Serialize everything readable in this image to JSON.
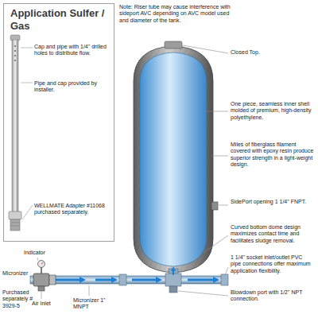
{
  "diagram": {
    "nodes": [
      {
        "text": [
          "Application Sulfer / Gas",
          "Cap and pipe with 1/4\" drilled holes to distribute flow.",
          "Pipe and cap provided by installer.",
          "WELLMATE Adapter #11068 purchased separately."
        ]
      }
    ],
    "labels": [
      "Note: Riser tube may cause interference with sideport AVC depending on AVC model used and diameter of the tank.",
      "Closed Top.",
      "One piece, seamless inner shell molded of premium, high-density polyethylene.",
      "Miles of fiberglass filament covered with epoxy resin produce superior strength in a light-weight design.",
      "SidePort opening 1 1/4\" FNPT.",
      "Curved bottom dome design maximizes contact time and facilitates sludge removal.",
      "1 1/4\" socket inlet/outlet PVC pipe connections offer maximum application flexibility.",
      "Blowdown port with 1/2\" NPT connection.",
      "Indicator",
      "Micronizer",
      "Purchased separately # 3929-5",
      "Air Inlet",
      "Micronizer 1\" MNPT"
    ]
  }
}
